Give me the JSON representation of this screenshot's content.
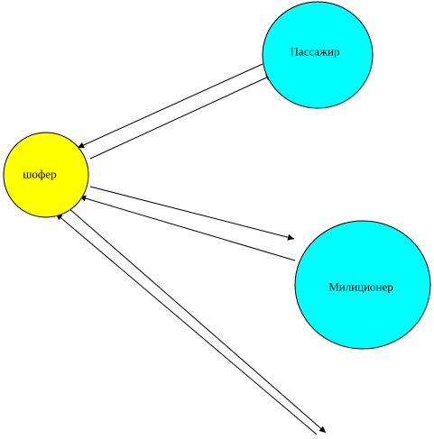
{
  "nodes": {
    "driver": {
      "label": "шофер",
      "color": "#ffff00"
    },
    "passenger": {
      "label": "Пассажир",
      "color": "#00ffff"
    },
    "policeman": {
      "label": "Милиционер",
      "color": "#00ffff"
    }
  },
  "edges": [
    {
      "from": "passenger",
      "to": "driver"
    },
    {
      "from": "driver",
      "to": "passenger"
    },
    {
      "from": "driver",
      "to": "policeman"
    },
    {
      "from": "policeman",
      "to": "driver"
    },
    {
      "from": "driver",
      "to": "offscreen"
    },
    {
      "from": "offscreen",
      "to": "driver"
    }
  ],
  "colors": {
    "outline": "#000000",
    "arrow": "#000000"
  }
}
